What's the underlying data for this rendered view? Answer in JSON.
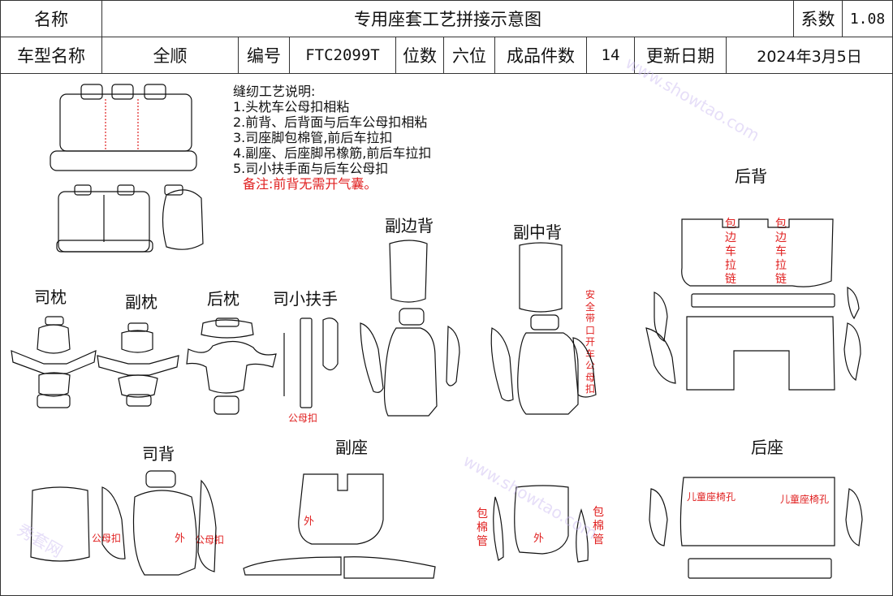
{
  "header": {
    "name_label": "名称",
    "title": "专用座套工艺拼接示意图",
    "coef_label": "系数",
    "coef_value": "1.08",
    "model_label": "车型名称",
    "model_value": "全顺",
    "code_label": "编号",
    "code_value": "FTC2099T",
    "seats_label": "位数",
    "seats_value": "六位",
    "pieces_label": "成品件数",
    "pieces_value": "14",
    "date_label": "更新日期",
    "date_value": "2024年3月5日"
  },
  "notes": {
    "title": "缝纫工艺说明:",
    "items": [
      "1.头枕车公母扣相粘",
      "2.前背、后背面与后车公母扣相粘",
      "3.司座脚包棉管,前后车拉扣",
      "4.副座、后座脚吊橡筋,前后车拉扣",
      "5.司小扶手面与后车公母扣"
    ],
    "remark": "备注:前背无需开气囊。"
  },
  "sections": {
    "driver_headrest": "司枕",
    "passenger_headrest": "副枕",
    "rear_headrest": "后枕",
    "driver_armrest": "司小扶手",
    "passenger_side_back": "副边背",
    "passenger_middle_back": "副中背",
    "rear_back": "后背",
    "driver_back": "司背",
    "passenger_seat": "副座",
    "rear_seat": "后座"
  },
  "annotations": {
    "snap": "公母扣",
    "outer": "外",
    "wrap_zip_1": "包\n边\n车\n拉\n链",
    "seatbelt": "安\n全\n带\n口\n开\n车\n公\n母\n扣",
    "wrap_cotton": "包\n棉\n管",
    "child_seat_hole": "儿童座椅孔"
  },
  "watermark": {
    "text_cn": "秀套网",
    "text_en": "www.showtao.com"
  },
  "colors": {
    "line": "#111111",
    "accent_red": "#e02020",
    "watermark": "#c9b8f0"
  }
}
